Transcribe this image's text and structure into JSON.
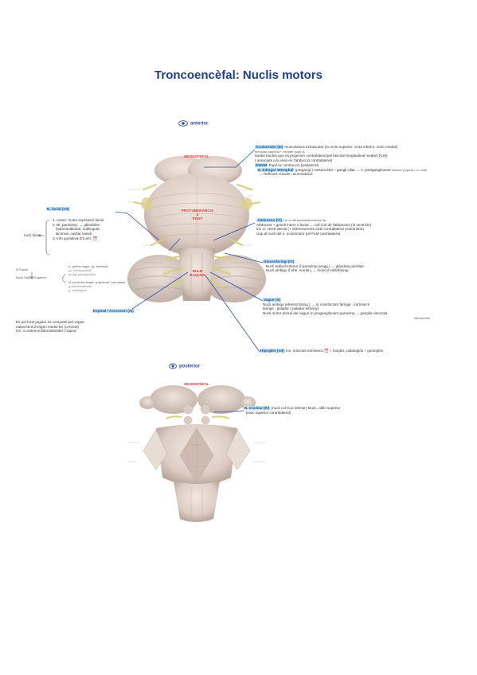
{
  "title": "Troncoencèfal: Nuclis motors",
  "views": {
    "anterior": "anterior",
    "posterior": "posterior"
  },
  "brain_labels": {
    "mesencefal_ant": "MESENCÈFAL",
    "protuberancia": "PROTUBERÀNCIA\no\nPONT",
    "bulb": "BULB\nRAQUIDI",
    "mesencefal_post": "MESENCÈFAL"
  },
  "oculomotor": {
    "heading": "Oculomotor (III)",
    "line1": "musculatura extraocular  (m.recte superior, recte inferior, recte medial)",
    "line1b": "elevador parpella + esfínter pupil·la",
    "line2": "també tractes que es projecten contralateral  pel  fascicle longitudinal medial (FLM)",
    "line2b": "( associats a la visió  en l'abducció contralateral)",
    "line3_hl": "EWSM",
    "line3": "Pupil·la: contracció  (ipsilateral)",
    "line4_hl": "N. Edinger-Westphal",
    "line4": "(pregangl.) mesencèfal + gangli ciliar → n. postganglionars",
    "line4b": "esfínter pupil·la / m. ciliar",
    "line5": "→ Reflexes visuals i acomodació"
  },
  "facial": {
    "heading": "N. facial (VII)",
    "root": "nucli facial",
    "item1": "1. motor: motor expressió facial",
    "item2": "2. Br. parasimp. → glàndules",
    "item2b": "(submandibular, sublingual,",
    "item2c": "lacrimal, cavitat nasal)",
    "item3": "3. Info gustativa 2/3 ant.",
    "sub_a": "n. petrós major",
    "sub_a2": "(g. lacrimal)",
    "sub_a3": "(g. pterigopalatí)",
    "sub_a4": "gangli pterigopalatí",
    "sub_b": "N.corda del timpà",
    "sub_b2": "g.lacrimal / cav.nasal",
    "sub_b3": "g.submandibular",
    "sub_b4": "g. sublingual",
    "nucli_left": "N.Facial",
    "nucli_left2": "Nucli Salival Superior"
  },
  "abducens": {
    "heading": "Abducens (VI)",
    "line0": "vei al tall pontobulbomedul·lar",
    "line1": "Abducent + genoll intern n.facial → coll·ícul de l'abducens (4t ventricle)",
    "line2": "Int: m. recte lateral (+ interneurones amb contralateral oculomotor)",
    "line3": "Uup al nucli del n. oculomotor pel FLM contralateral"
  },
  "glosso": {
    "heading": "Glossofaringi (IX)",
    "line1": "Nucli Salival Inferior  (f.parasimp.pregg.) → glàndula paròtide",
    "line2": "Nucli ambigu  (f.efer. somàt.) → múscul estilofaringi"
  },
  "vague": {
    "heading": "Vague (X)",
    "line1": "Nucli ambigu  (eferent branq.) → m.constrictors  faringe , intrínsecs",
    "line1b": "laringe , paladar (  paladar estrany)",
    "line2": "Nucli motor dorsal del vague  (n.preganglionars parasimp.→ ganglis viscerals",
    "line2b": "intramurals"
  },
  "hipoglos": {
    "heading": "Hipoglós (XII)",
    "line1": "Inn: músculs  intrínsecs",
    "line1b": "+ hioglòs, palatoglòs + genioglòs"
  },
  "espinal": {
    "heading": "Espinal / Accessori (XI)",
    "line1": "Es pel forat jugular  és compartit pel vague",
    "line2": "naixement d'origen medul·lar (cervical)",
    "line3": "Inn: m.esternoclidomastoïdal  i trapezi"
  },
  "troclear": {
    "heading": "N. troclear (IV)",
    "line1": "(nucli col·lícul inferior)  Musc. oblic superior",
    "line2": "(eixic superior contralateral)"
  },
  "colors": {
    "heading_blue": "#1f3e8c",
    "highlight": "#bfe6f2",
    "brain_tissue": "#e4d8d1",
    "nerve_yellow": "#d8cf7a",
    "label_red": "#d83a3a"
  }
}
